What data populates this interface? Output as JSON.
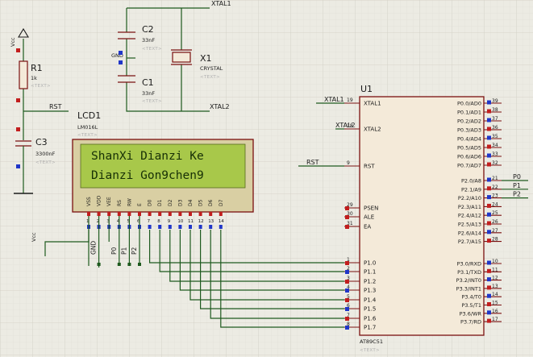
{
  "colors": {
    "background": "#ecebe3",
    "grid": "#d6d4cb",
    "wire": "#1e5a1e",
    "component_outline": "#7a1010",
    "chip_fill": "#f4ead9",
    "lcd_frame": "#d9cfa3",
    "lcd_screen": "#a8c84a",
    "lcd_text": "#173006",
    "pin_red": "#c21e1e",
    "pin_blue": "#2036c8",
    "placeholder_text": "#b0b0b0"
  },
  "placeholder": "<TEXT>",
  "power": {
    "vcc_label": "Vcc",
    "vcc2_label": "Vcc"
  },
  "r1": {
    "ref": "R1",
    "value": "1k"
  },
  "c1": {
    "ref": "C1",
    "value": "33nF"
  },
  "c2": {
    "ref": "C2",
    "value": "33nF"
  },
  "c3": {
    "ref": "C3",
    "value": "3300nF"
  },
  "x1": {
    "ref": "X1",
    "value": "CRYSTAL"
  },
  "nets": {
    "gnd": "GND",
    "rst": "RST",
    "xtal1": "XTAL1",
    "xtal2": "XTAL2",
    "p0": "P0",
    "p1": "P1",
    "p2": "P2"
  },
  "lcd": {
    "ref": "LCD1",
    "model": "LM016L",
    "line1": "ShanXi Dianzi Ke",
    "line2": "Dianzi Gon9chen9",
    "pins": [
      "VSS",
      "VDD",
      "VEE",
      "RS",
      "RW",
      "E",
      "D0",
      "D1",
      "D2",
      "D3",
      "D4",
      "D5",
      "D6",
      "D7"
    ],
    "pin_numbers": [
      "1",
      "2",
      "3",
      "4",
      "5",
      "6",
      "7",
      "8",
      "9",
      "10",
      "11",
      "12",
      "13",
      "14"
    ],
    "bus_labels": [
      "GND",
      "P0",
      "P1",
      "P2"
    ]
  },
  "mcu": {
    "ref": "U1",
    "model": "AT89C51",
    "left_pins": [
      {
        "num": "19",
        "name": "XTAL1",
        "net": "XTAL1"
      },
      {
        "num": "18",
        "name": "XTAL2",
        "net": "XTAL2"
      },
      {
        "num": "9",
        "name": "RST",
        "net": "RST"
      },
      {
        "num": "29",
        "name": "PSEN",
        "net": ""
      },
      {
        "num": "30",
        "name": "ALE",
        "net": ""
      },
      {
        "num": "31",
        "name": "EA",
        "net": ""
      },
      {
        "num": "1",
        "name": "P1.0",
        "net": ""
      },
      {
        "num": "2",
        "name": "P1.1",
        "net": ""
      },
      {
        "num": "3",
        "name": "P1.2",
        "net": ""
      },
      {
        "num": "4",
        "name": "P1.3",
        "net": ""
      },
      {
        "num": "5",
        "name": "P1.4",
        "net": ""
      },
      {
        "num": "6",
        "name": "P1.5",
        "net": ""
      },
      {
        "num": "7",
        "name": "P1.6",
        "net": ""
      },
      {
        "num": "8",
        "name": "P1.7",
        "net": ""
      }
    ],
    "right_pins": [
      {
        "num": "39",
        "name": "P0.0/AD0",
        "net": ""
      },
      {
        "num": "38",
        "name": "P0.1/AD1",
        "net": ""
      },
      {
        "num": "37",
        "name": "P0.2/AD2",
        "net": ""
      },
      {
        "num": "36",
        "name": "P0.3/AD3",
        "net": ""
      },
      {
        "num": "35",
        "name": "P0.4/AD4",
        "net": ""
      },
      {
        "num": "34",
        "name": "P0.5/AD5",
        "net": ""
      },
      {
        "num": "33",
        "name": "P0.6/AD6",
        "net": ""
      },
      {
        "num": "32",
        "name": "P0.7/AD7",
        "net": ""
      },
      {
        "num": "21",
        "name": "P2.0/A8",
        "net": "P0"
      },
      {
        "num": "22",
        "name": "P2.1/A9",
        "net": "P1"
      },
      {
        "num": "23",
        "name": "P2.2/A10",
        "net": "P2"
      },
      {
        "num": "24",
        "name": "P2.3/A11",
        "net": ""
      },
      {
        "num": "25",
        "name": "P2.4/A12",
        "net": ""
      },
      {
        "num": "26",
        "name": "P2.5/A13",
        "net": ""
      },
      {
        "num": "27",
        "name": "P2.6/A14",
        "net": ""
      },
      {
        "num": "28",
        "name": "P2.7/A15",
        "net": ""
      },
      {
        "num": "10",
        "name": "P3.0/RXD",
        "net": ""
      },
      {
        "num": "11",
        "name": "P3.1/TXD",
        "net": ""
      },
      {
        "num": "12",
        "name": "P3.2/INT0",
        "net": ""
      },
      {
        "num": "13",
        "name": "P3.3/INT1",
        "net": ""
      },
      {
        "num": "14",
        "name": "P3.4/T0",
        "net": ""
      },
      {
        "num": "15",
        "name": "P3.5/T1",
        "net": ""
      },
      {
        "num": "16",
        "name": "P3.6/WR",
        "net": ""
      },
      {
        "num": "17",
        "name": "P3.7/RD",
        "net": ""
      }
    ]
  }
}
